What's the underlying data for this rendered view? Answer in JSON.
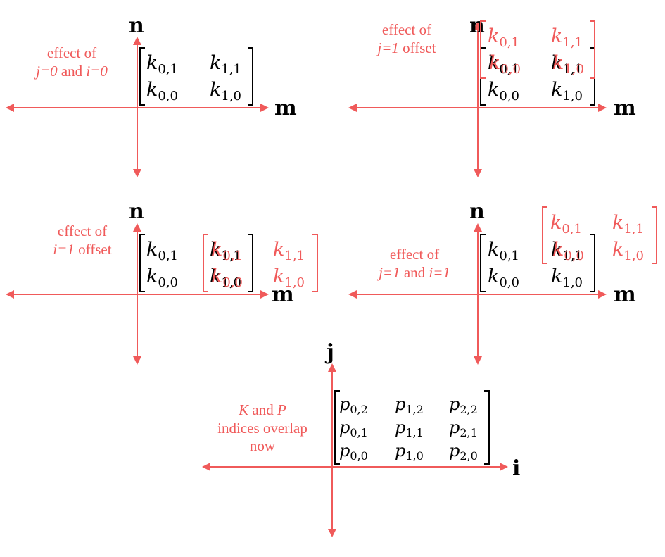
{
  "panels": [
    {
      "id": "p1",
      "axes": {
        "x": "m",
        "y": "n"
      },
      "note": {
        "line1": "effect of",
        "line2_parts": [
          {
            "t": "j=0",
            "i": true
          },
          {
            "t": " and ",
            "i": false
          },
          {
            "t": "i=0",
            "i": true
          }
        ]
      },
      "matrix_black": [
        [
          "k",
          "0,1"
        ],
        [
          "k",
          "1,1"
        ],
        [
          "k",
          "0,0"
        ],
        [
          "k",
          "1,0"
        ]
      ]
    },
    {
      "id": "p2",
      "axes": {
        "x": "m",
        "y": "n"
      },
      "note": {
        "line1": "effect of",
        "line2_parts": [
          {
            "t": "j=1",
            "i": true
          },
          {
            "t": " offset",
            "i": false
          }
        ]
      },
      "matrix_black": [
        [
          "k",
          "0,1"
        ],
        [
          "k",
          "1,1"
        ],
        [
          "k",
          "0,0"
        ],
        [
          "k",
          "1,0"
        ]
      ],
      "matrix_red": [
        [
          "k",
          "0,1"
        ],
        [
          "k",
          "1,1"
        ],
        [
          "k",
          "0,0"
        ],
        [
          "k",
          "1,0"
        ]
      ]
    },
    {
      "id": "p3",
      "axes": {
        "x": "m",
        "y": "n"
      },
      "note": {
        "line1": "effect of",
        "line2_parts": [
          {
            "t": "i=1",
            "i": true
          },
          {
            "t": " offset",
            "i": false
          }
        ]
      },
      "matrix_black": [
        [
          "k",
          "0,1"
        ],
        [
          "k",
          "1,1"
        ],
        [
          "k",
          "0,0"
        ],
        [
          "k",
          "1,0"
        ]
      ],
      "matrix_red": [
        [
          "k",
          "0,1"
        ],
        [
          "k",
          "1,1"
        ],
        [
          "k",
          "0,0"
        ],
        [
          "k",
          "1,0"
        ]
      ]
    },
    {
      "id": "p4",
      "axes": {
        "x": "m",
        "y": "n"
      },
      "note": {
        "line1": "effect of",
        "line2_parts": [
          {
            "t": "j=1",
            "i": true
          },
          {
            "t": " and ",
            "i": false
          },
          {
            "t": "i=1",
            "i": true
          }
        ]
      },
      "matrix_black": [
        [
          "k",
          "0,1"
        ],
        [
          "k",
          "1,1"
        ],
        [
          "k",
          "0,0"
        ],
        [
          "k",
          "1,0"
        ]
      ],
      "matrix_red": [
        [
          "k",
          "0,1"
        ],
        [
          "k",
          "1,1"
        ],
        [
          "k",
          "0,0"
        ],
        [
          "k",
          "1,0"
        ]
      ]
    },
    {
      "id": "p5",
      "axes": {
        "x": "i",
        "y": "j"
      },
      "note": {
        "line1_parts": [
          {
            "t": "K",
            "i": true
          },
          {
            "t": " and ",
            "i": false
          },
          {
            "t": "P",
            "i": true
          }
        ],
        "line2": "indices overlap",
        "line3": "now"
      },
      "matrix_p": [
        [
          [
            "p",
            "0,2"
          ],
          [
            "p",
            "1,2"
          ],
          [
            "p",
            "2,2"
          ]
        ],
        [
          [
            "p",
            "0,1"
          ],
          [
            "p",
            "1,1"
          ],
          [
            "p",
            "2,1"
          ]
        ],
        [
          [
            "p",
            "0,0"
          ],
          [
            "p",
            "1,0"
          ],
          [
            "p",
            "2,0"
          ]
        ]
      ]
    }
  ]
}
